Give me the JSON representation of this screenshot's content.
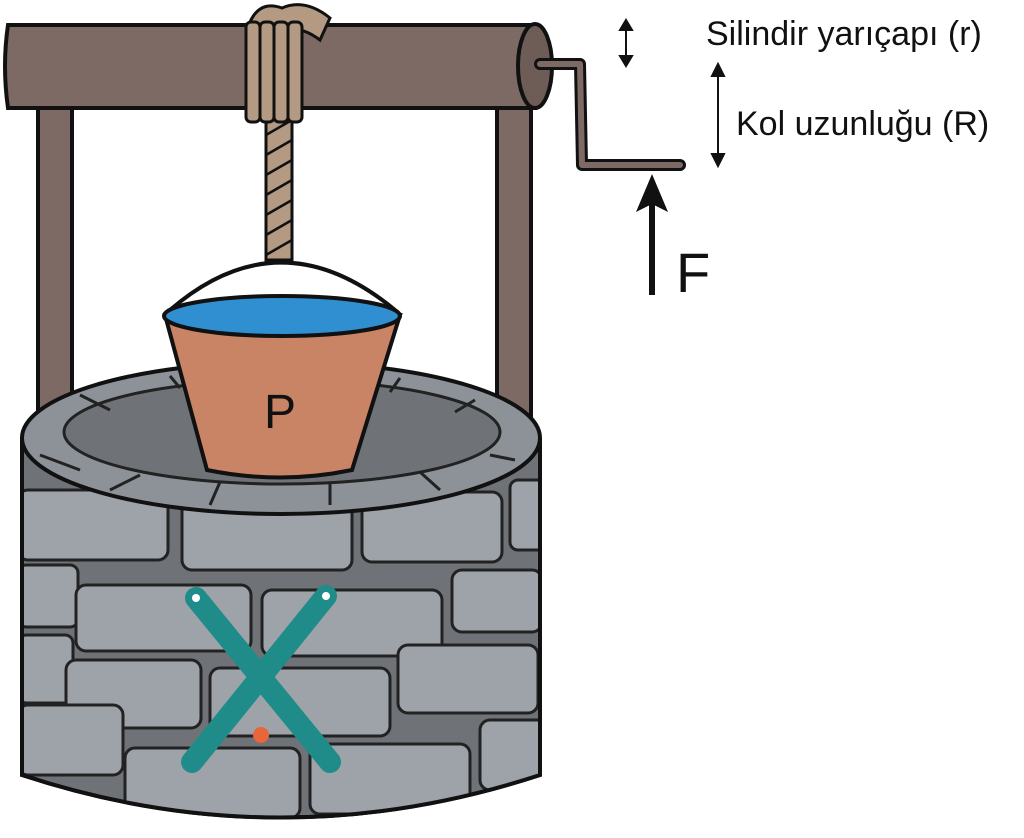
{
  "labels": {
    "radius": "Silindir yarıçapı (r)",
    "arm_length": "Kol uzunluğu (R)",
    "force": "F",
    "load": "P"
  },
  "colors": {
    "wood": "#7d6a64",
    "stone": "#9ea3aa",
    "stone_dark": "#6f7378",
    "water": "#2f8fd0",
    "bucket": "#c98466",
    "rope": "#b49a82",
    "cross": "#1f8c8a",
    "dot": "#e8663a"
  }
}
